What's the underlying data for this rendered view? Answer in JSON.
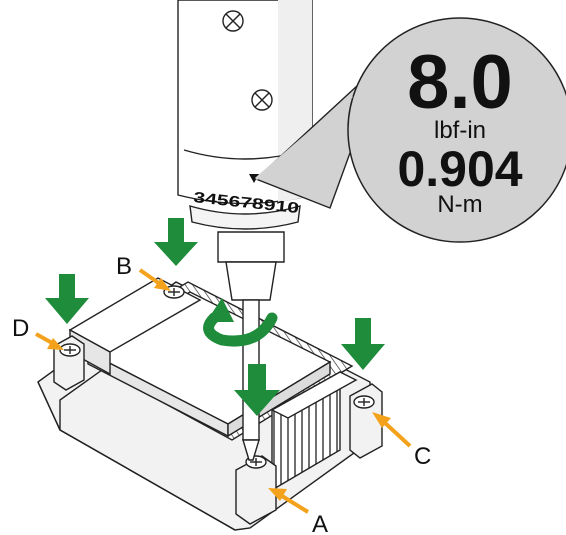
{
  "callout": {
    "value_primary": "8.0",
    "unit_primary": "lbf-in",
    "value_secondary": "0.904",
    "unit_secondary": "N-m"
  },
  "scale": {
    "digits": "345678910"
  },
  "screw_labels": {
    "a": "A",
    "b": "B",
    "c": "C",
    "d": "D"
  },
  "colors": {
    "arrow_green": "#1e8c3a",
    "pointer_orange": "#f4a21b",
    "callout_fill": "#d2d2d2",
    "line": "#222222"
  }
}
